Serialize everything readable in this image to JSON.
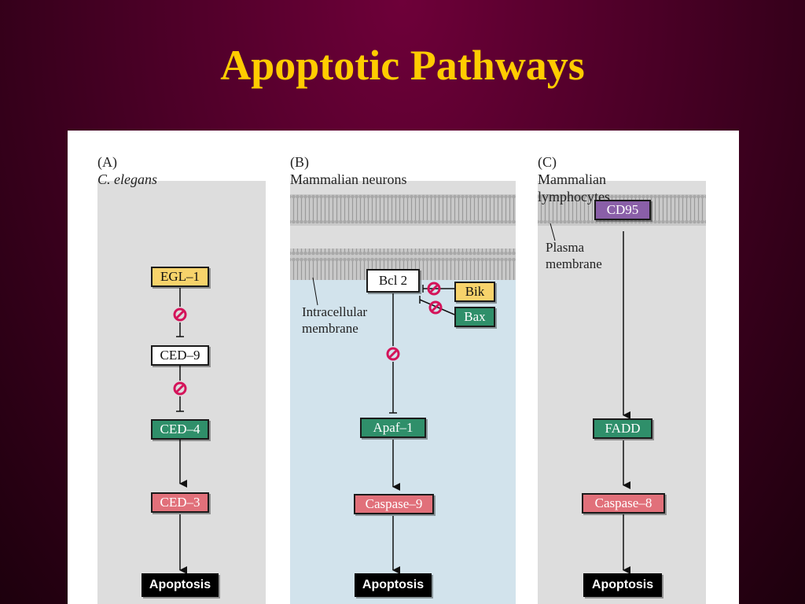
{
  "title": "Apoptotic Pathways",
  "colors": {
    "title": "#ffcc00",
    "yellow_node": "#f7d36b",
    "green_node": "#2f8f6a",
    "red_node": "#e1707a",
    "purple_node": "#8a5fa8",
    "inhibitor_symbol": "#d4145a",
    "panel_gray": "#dddddd",
    "panel_blue": "#d2e3ec"
  },
  "panels": {
    "a": {
      "letter": "(A)",
      "organism": "C. elegans",
      "nodes": {
        "egl1": "EGL–1",
        "ced9": "CED–9",
        "ced4": "CED–4",
        "ced3": "CED–3",
        "apoptosis": "Apoptosis"
      }
    },
    "b": {
      "letter": "(B)",
      "organism": "Mammalian neurons",
      "nodes": {
        "bcl2": "Bcl 2",
        "bik": "Bik",
        "bax": "Bax",
        "apaf1": "Apaf–1",
        "caspase9": "Caspase–9",
        "apoptosis": "Apoptosis"
      },
      "membrane_label": "Intracellular\nmembrane"
    },
    "c": {
      "letter": "(C)",
      "organism": "Mammalian\nlymphocytes",
      "nodes": {
        "cd95": "CD95",
        "fadd": "FADD",
        "caspase8": "Caspase–8",
        "apoptosis": "Apoptosis"
      },
      "membrane_label": "Plasma\nmembrane"
    }
  }
}
